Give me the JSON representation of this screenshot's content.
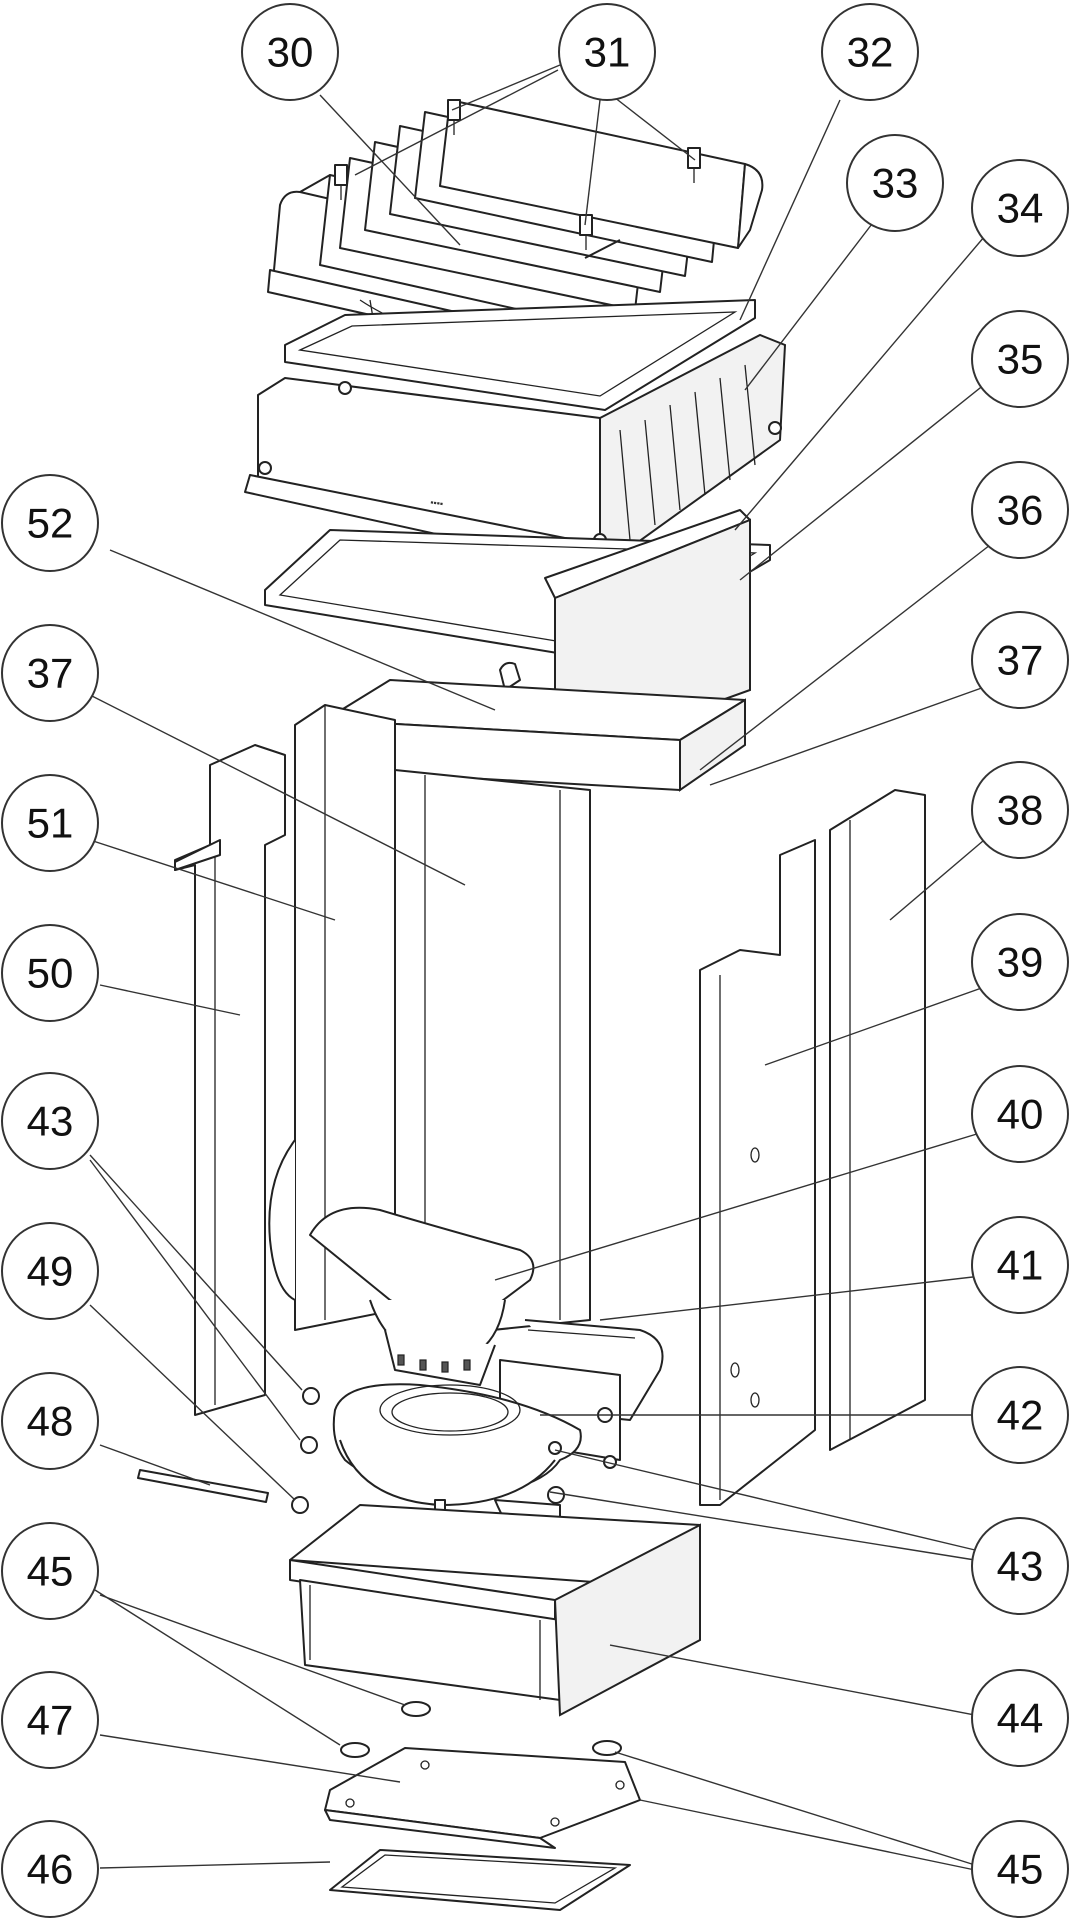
{
  "callouts": [
    {
      "id": "c30a",
      "label": "30"
    },
    {
      "id": "c31a",
      "label": "31"
    },
    {
      "id": "c32a",
      "label": "32"
    },
    {
      "id": "c33a",
      "label": "33"
    },
    {
      "id": "c34a",
      "label": "34"
    },
    {
      "id": "c35a",
      "label": "35"
    },
    {
      "id": "c52a",
      "label": "52"
    },
    {
      "id": "c36a",
      "label": "36"
    },
    {
      "id": "c37a",
      "label": "37"
    },
    {
      "id": "c37b",
      "label": "37"
    },
    {
      "id": "c51a",
      "label": "51"
    },
    {
      "id": "c38a",
      "label": "38"
    },
    {
      "id": "c50a",
      "label": "50"
    },
    {
      "id": "c39a",
      "label": "39"
    },
    {
      "id": "c43a",
      "label": "43"
    },
    {
      "id": "c40a",
      "label": "40"
    },
    {
      "id": "c49a",
      "label": "49"
    },
    {
      "id": "c41a",
      "label": "41"
    },
    {
      "id": "c48a",
      "label": "48"
    },
    {
      "id": "c42a",
      "label": "42"
    },
    {
      "id": "c45a",
      "label": "45"
    },
    {
      "id": "c43b",
      "label": "43"
    },
    {
      "id": "c47a",
      "label": "47"
    },
    {
      "id": "c44a",
      "label": "44"
    },
    {
      "id": "c46a",
      "label": "46"
    },
    {
      "id": "c45b",
      "label": "45"
    }
  ]
}
